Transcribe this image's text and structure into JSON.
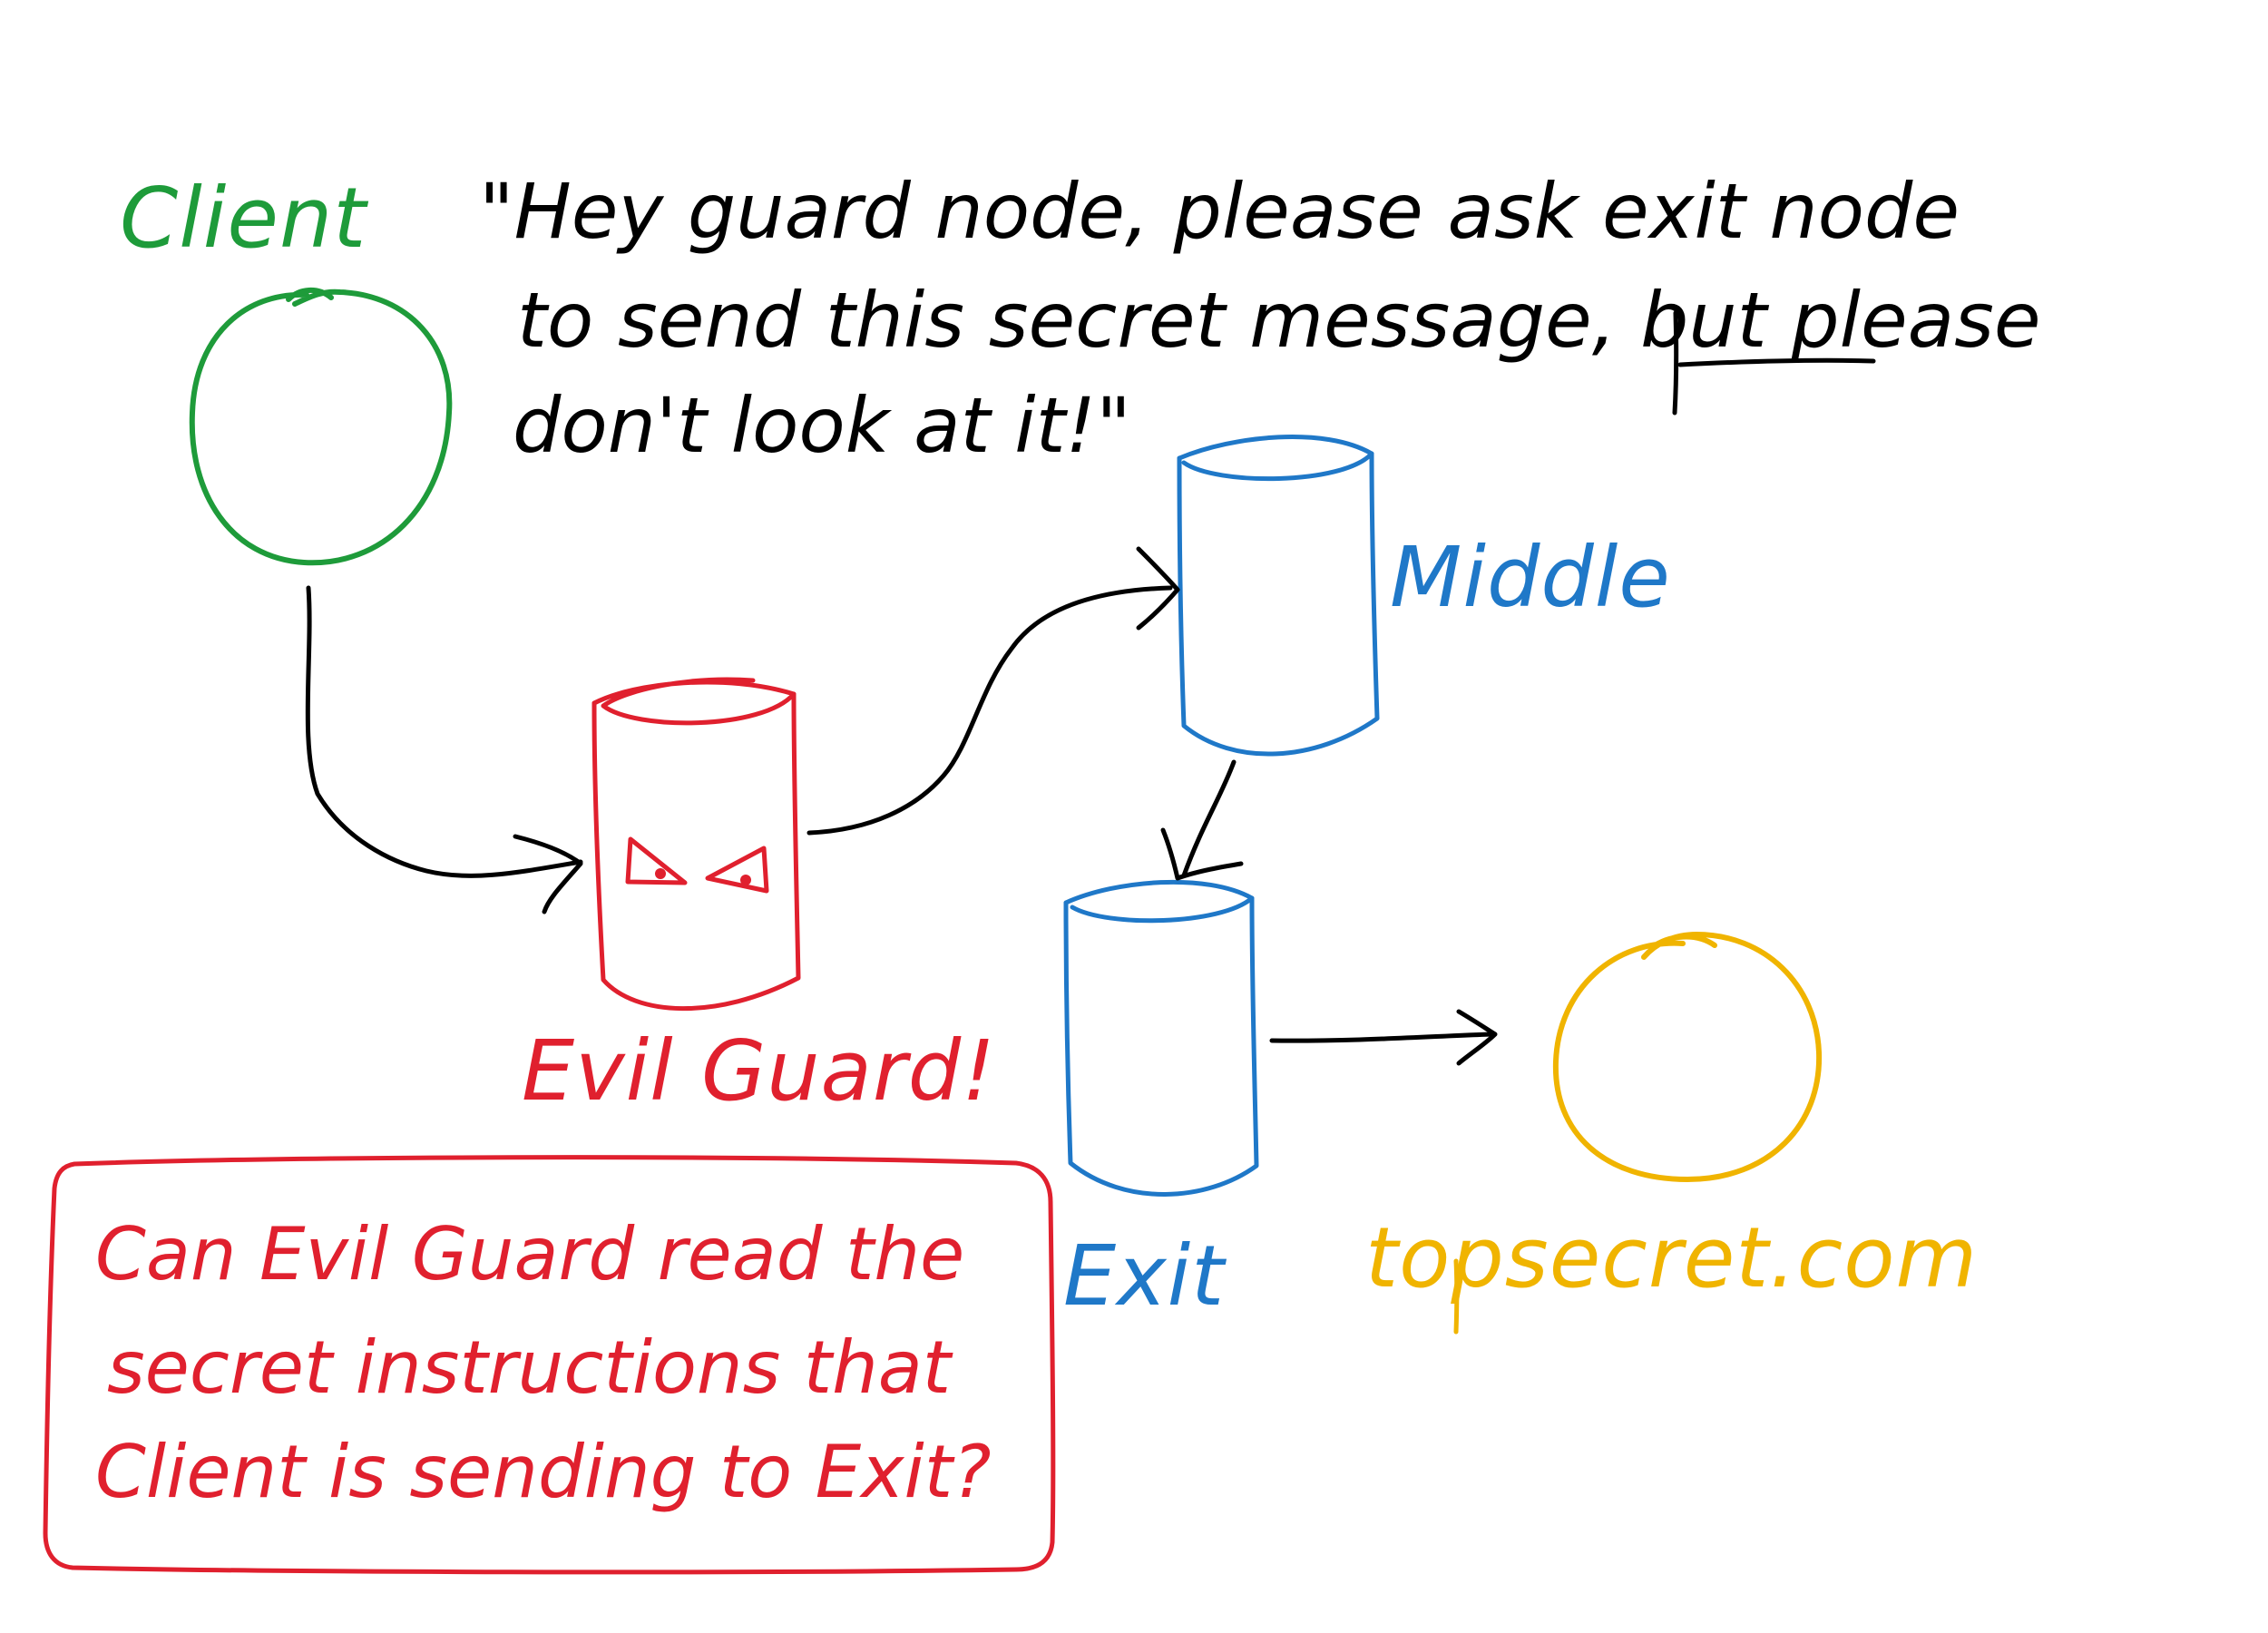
{
  "colors": {
    "client": "#1e9b3a",
    "guard": "#e0202e",
    "relay": "#1f78c8",
    "destination": "#f0b400",
    "arrow": "#000000",
    "quote": "#000000",
    "background": "#ffffff"
  },
  "nodes": {
    "client": {
      "label": "Client",
      "shape": "circle"
    },
    "guard": {
      "label": "Evil Guard!",
      "shape": "cylinder"
    },
    "middle": {
      "label": "Middle",
      "shape": "cylinder"
    },
    "exit": {
      "label": "Exit",
      "shape": "cylinder"
    },
    "destination": {
      "label": "topsecret.com",
      "shape": "circle"
    }
  },
  "quote": {
    "line1": "\"Hey guard node, please ask exit node",
    "line2_start": "to send this secret message, but ",
    "line2_emphasis": "please",
    "line3": "don't look at it!\""
  },
  "question": {
    "line1": "Can Evil Guard read the",
    "line2": "secret instructions that",
    "line3": "Client is sending to Exit?"
  },
  "edges": [
    {
      "from": "client",
      "to": "guard"
    },
    {
      "from": "guard",
      "to": "middle"
    },
    {
      "from": "middle",
      "to": "exit"
    },
    {
      "from": "exit",
      "to": "destination"
    }
  ]
}
